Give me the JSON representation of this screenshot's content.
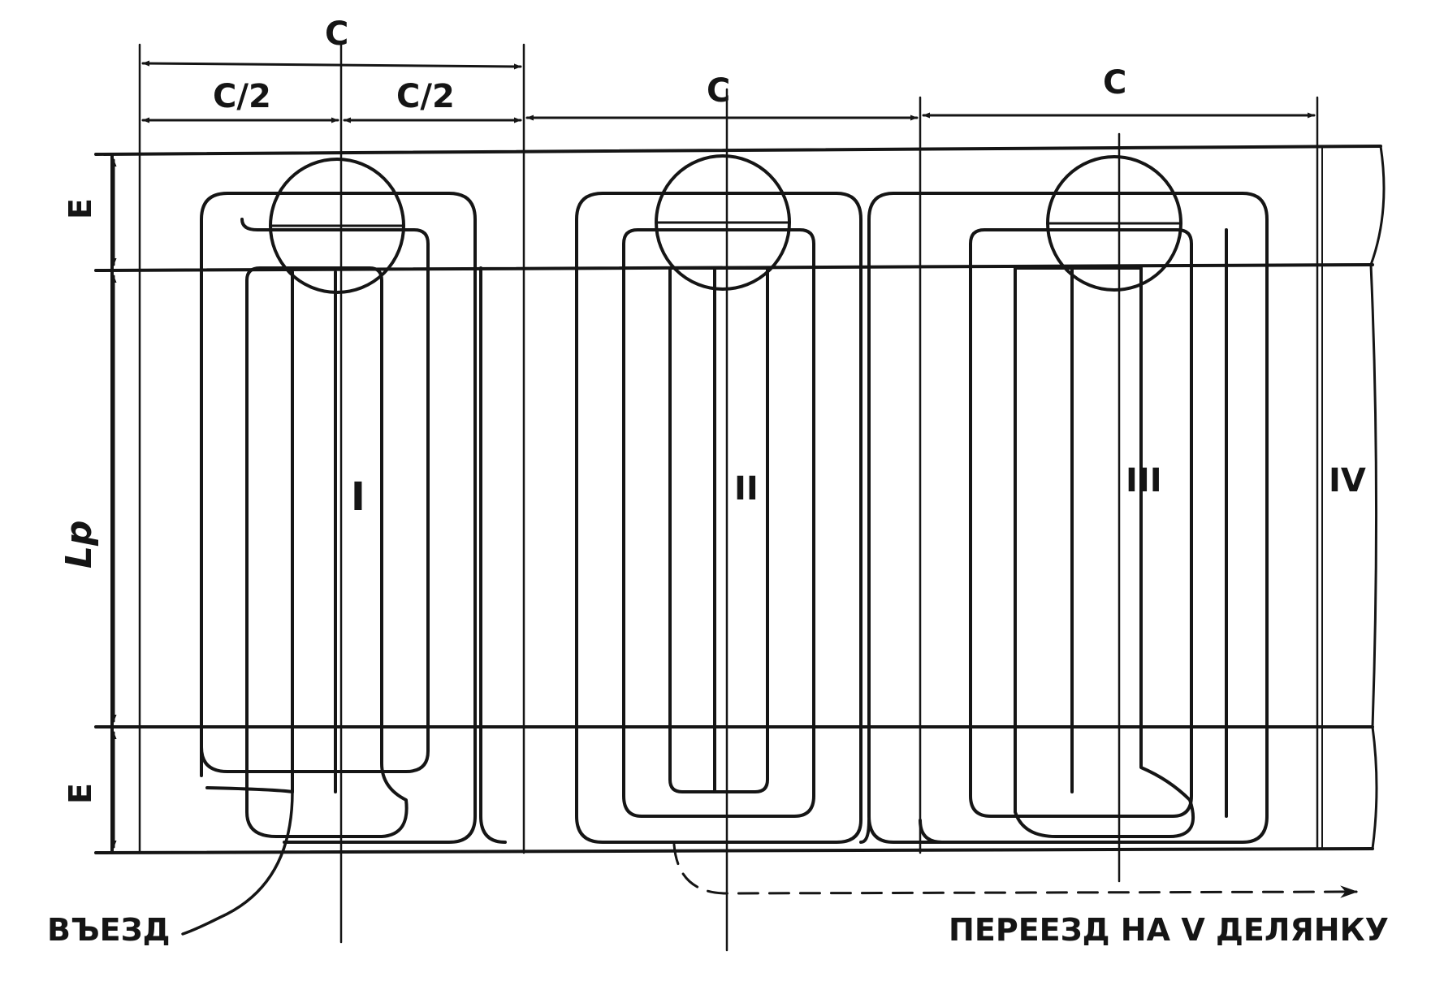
{
  "labels": {
    "dim_c_top": "C",
    "dim_half_left": "C/2",
    "dim_half_right": "C/2",
    "dim_c_mid": "C",
    "dim_c_right": "C",
    "dim_e_top": "E",
    "dim_lp": "Lp",
    "dim_e_bottom": "E",
    "plot_1": "I",
    "plot_2": "II",
    "plot_3": "III",
    "plot_4": "IV",
    "entry": "ВЪЕЗД",
    "transfer": "ПЕРЕЕЗД НА V ДЕЛЯНКУ"
  },
  "colors": {
    "ink": "#151515",
    "paper": "#ffffff"
  }
}
